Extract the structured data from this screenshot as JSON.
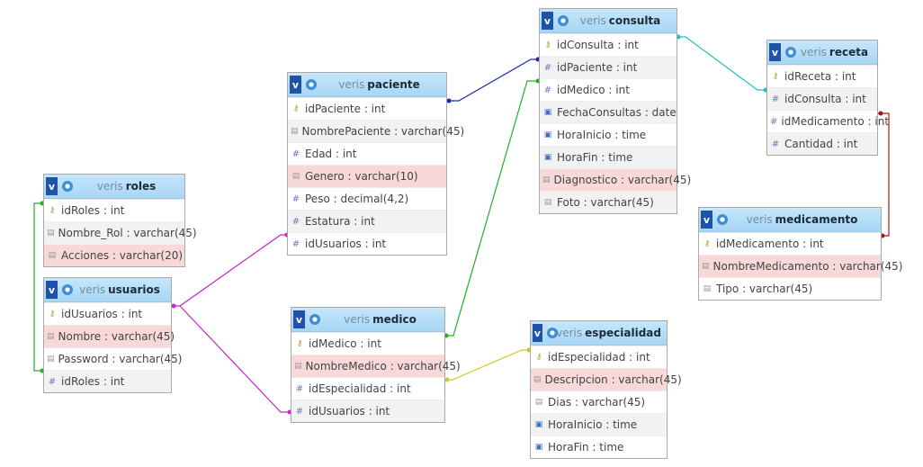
{
  "tables": {
    "roles": {
      "prefix": "veris",
      "name": "roles",
      "columns": [
        {
          "text": "idRoles : int",
          "icon": "key-icon"
        },
        {
          "text": "Nombre_Rol : varchar(45)",
          "icon": "text-field-icon"
        },
        {
          "text": "Acciones : varchar(20)",
          "icon": "text-field-icon"
        }
      ]
    },
    "usuarios": {
      "prefix": "veris",
      "name": "usuarios",
      "columns": [
        {
          "text": "idUsuarios : int",
          "icon": "key-icon"
        },
        {
          "text": "Nombre : varchar(45)",
          "icon": "text-field-icon"
        },
        {
          "text": "Password : varchar(45)",
          "icon": "text-field-icon"
        },
        {
          "text": "idRoles : int",
          "icon": "number-field-icon"
        }
      ]
    },
    "paciente": {
      "prefix": "veris",
      "name": "paciente",
      "columns": [
        {
          "text": "idPaciente : int",
          "icon": "key-icon"
        },
        {
          "text": "NombrePaciente : varchar(45)",
          "icon": "text-field-icon"
        },
        {
          "text": "Edad : int",
          "icon": "number-field-icon"
        },
        {
          "text": "Genero : varchar(10)",
          "icon": "text-field-icon"
        },
        {
          "text": "Peso : decimal(4,2)",
          "icon": "number-field-icon"
        },
        {
          "text": "Estatura : int",
          "icon": "number-field-icon"
        },
        {
          "text": "idUsuarios : int",
          "icon": "number-field-icon"
        }
      ]
    },
    "medico": {
      "prefix": "veris",
      "name": "medico",
      "columns": [
        {
          "text": "idMedico : int",
          "icon": "key-icon"
        },
        {
          "text": "NombreMedico : varchar(45)",
          "icon": "text-field-icon"
        },
        {
          "text": "idEspecialidad : int",
          "icon": "number-field-icon"
        },
        {
          "text": "idUsuarios : int",
          "icon": "number-field-icon"
        }
      ]
    },
    "consulta": {
      "prefix": "veris",
      "name": "consulta",
      "columns": [
        {
          "text": "idConsulta : int",
          "icon": "key-icon"
        },
        {
          "text": "idPaciente : int",
          "icon": "number-field-icon"
        },
        {
          "text": "idMedico : int",
          "icon": "number-field-icon"
        },
        {
          "text": "FechaConsultas : date",
          "icon": "date-field-icon"
        },
        {
          "text": "HoraInicio : time",
          "icon": "date-field-icon"
        },
        {
          "text": "HoraFin : time",
          "icon": "date-field-icon"
        },
        {
          "text": "Diagnostico : varchar(45)",
          "icon": "text-field-icon"
        },
        {
          "text": "Foto : varchar(45)",
          "icon": "text-field-icon"
        }
      ]
    },
    "especialidad": {
      "prefix": "veris",
      "name": "especialidad",
      "columns": [
        {
          "text": "idEspecialidad : int",
          "icon": "key-icon"
        },
        {
          "text": "Descripcion : varchar(45)",
          "icon": "text-field-icon"
        },
        {
          "text": "Dias : varchar(45)",
          "icon": "text-field-icon"
        },
        {
          "text": "HoraInicio : time",
          "icon": "date-field-icon"
        },
        {
          "text": "HoraFin : time",
          "icon": "date-field-icon"
        }
      ]
    },
    "receta": {
      "prefix": "veris",
      "name": "receta",
      "columns": [
        {
          "text": "idReceta : int",
          "icon": "key-icon"
        },
        {
          "text": "idConsulta : int",
          "icon": "number-field-icon"
        },
        {
          "text": "idMedicamento : int",
          "icon": "number-field-icon"
        },
        {
          "text": "Cantidad : int",
          "icon": "number-field-icon"
        }
      ]
    },
    "medicamento": {
      "prefix": "veris",
      "name": "medicamento",
      "columns": [
        {
          "text": "idMedicamento : int",
          "icon": "key-icon"
        },
        {
          "text": "NombreMedicamento : varchar(45)",
          "icon": "text-field-icon"
        },
        {
          "text": "Tipo : varchar(45)",
          "icon": "text-field-icon"
        }
      ]
    }
  },
  "toggle_label": "v",
  "relations": [
    {
      "from": "usuarios.idRoles",
      "to": "roles.idRoles",
      "color": "#22b022"
    },
    {
      "from": "paciente.idUsuarios",
      "to": "usuarios.idUsuarios",
      "color": "#cc22cc"
    },
    {
      "from": "medico.idUsuarios",
      "to": "usuarios.idUsuarios",
      "color": "#cc22cc"
    },
    {
      "from": "consulta.idPaciente",
      "to": "paciente.idPaciente",
      "color": "#1a2aa8"
    },
    {
      "from": "consulta.idMedico",
      "to": "medico.idMedico",
      "color": "#22b022"
    },
    {
      "from": "medico.idEspecialidad",
      "to": "especialidad.idEspecialidad",
      "color": "#d0c81c"
    },
    {
      "from": "receta.idConsulta",
      "to": "consulta.idConsulta",
      "color": "#22c0c0"
    },
    {
      "from": "receta.idMedicamento",
      "to": "medicamento.idMedicamento",
      "color": "#a81818"
    }
  ]
}
